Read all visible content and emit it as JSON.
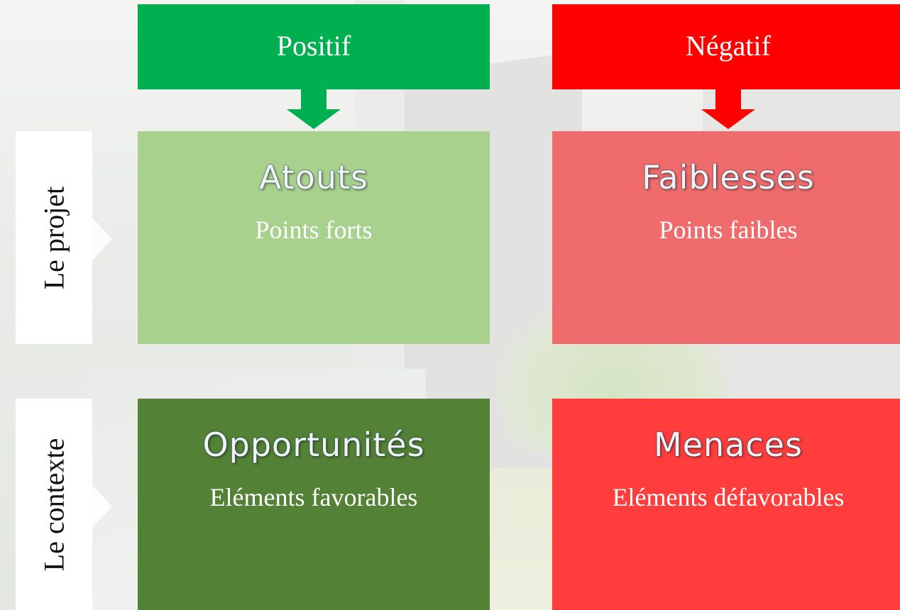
{
  "colors": {
    "positive_header": "#00b050",
    "negative_header": "#ff0000",
    "strengths": "#a9d18e",
    "weaknesses": "#f06c6c",
    "opportunities": "#538135",
    "threats": "#ff3d3d"
  },
  "columns": {
    "positive": "Positif",
    "negative": "Négatif"
  },
  "rows": {
    "project": "Le projet",
    "context": "Le contexte"
  },
  "quadrants": {
    "strengths": {
      "title": "Atouts",
      "subtitle": "Points forts"
    },
    "weaknesses": {
      "title": "Faiblesses",
      "subtitle": "Points faibles"
    },
    "opportunities": {
      "title": "Opportunités",
      "subtitle": "Eléments favorables"
    },
    "threats": {
      "title": "Menaces",
      "subtitle": "Eléments défavorables"
    }
  }
}
